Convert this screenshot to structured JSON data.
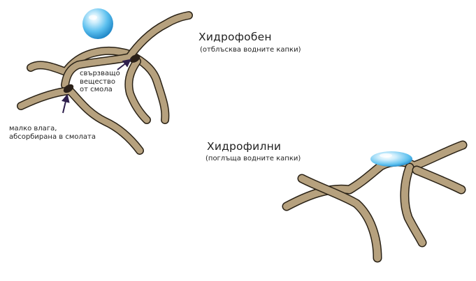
{
  "hydrophobic": {
    "title": "Хидрофобен",
    "subtitle": "(отблъсква водните капки)"
  },
  "hydrophilic": {
    "title": "Хидрофилни",
    "subtitle": "(поглъща водните капки)"
  },
  "binder_label": {
    "line1": "свързващо",
    "line2": "вещество",
    "line3": "от смола"
  },
  "moisture_label": {
    "line1": "малко влага,",
    "line2": "абсорбирана в смолата"
  },
  "colors": {
    "fiber_fill": "#b6a17e",
    "fiber_outline": "#2a2216",
    "binder": "#2a2018",
    "arrow": "#2e1f4c",
    "water_light": "#cfeefc",
    "water_mid": "#5cc0ef",
    "water_dark": "#1e86c7"
  }
}
